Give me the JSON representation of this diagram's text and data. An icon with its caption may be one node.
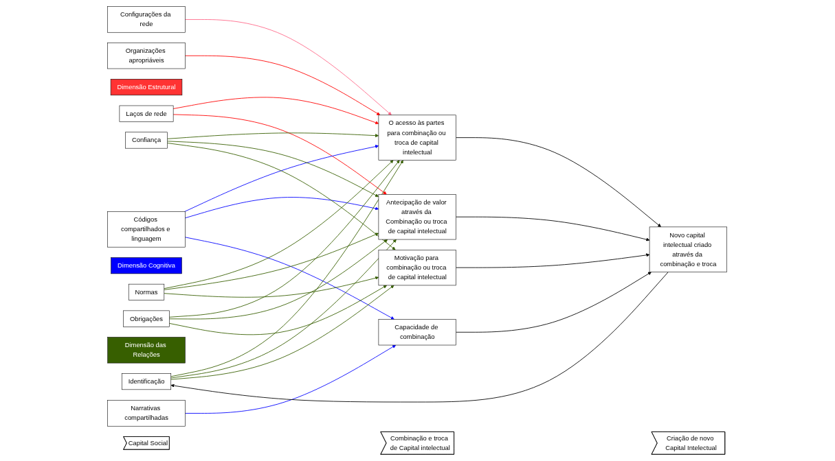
{
  "diagram": {
    "nodes": [
      {
        "text": [
          "Capital Social"
        ]
      },
      {
        "text": [
          "Combinação e troca de Capital intelectual"
        ]
      },
      {
        "text": [
          "Criação de novo Capital Intelectual"
        ]
      },
      {
        "text": [
          "Dimensão Estrutural"
        ]
      },
      {
        "text": [
          "Laços de rede"
        ]
      },
      {
        "text": [
          "Configurações da rede"
        ]
      },
      {
        "text": [
          "Organizações apropriáveis"
        ]
      },
      {
        "text": [
          "Dimensão Cognitiva"
        ]
      },
      {
        "text": [
          "Códigos compartilhados e linguagem"
        ]
      },
      {
        "text": [
          "Narrativas compartilhadas"
        ]
      },
      {
        "text": [
          "Dimensão das Relações"
        ]
      },
      {
        "text": [
          "Confiança"
        ]
      },
      {
        "text": [
          "Normas"
        ]
      },
      {
        "text": [
          "Obrigações"
        ]
      },
      {
        "text": [
          "Identificação"
        ]
      },
      {
        "text": [
          "O acesso às partes para combinação ou troca de capital intelectual"
        ]
      },
      {
        "text": [
          "Antecipação de valor através da Combinação ou troca de capital intelectual"
        ]
      },
      {
        "text": [
          "Motivação para combinação ou troca de capital intelectual"
        ]
      },
      {
        "text": [
          "Capacidade de combinação"
        ]
      },
      {
        "text": [
          "Novo capital intelectual criado através da combinação e troca"
        ]
      }
    ],
    "edges": [
      {
        "from": 4,
        "to": 15,
        "arrow": "to",
        "color": "#ff0000"
      },
      {
        "from": 4,
        "to": 16,
        "arrow": "to",
        "color": "#ff0000"
      },
      {
        "from": 5,
        "to": 15,
        "arrow": "to",
        "color": "#ff6688"
      },
      {
        "from": 6,
        "to": 15,
        "arrow": "to",
        "color": "#ff0000"
      },
      {
        "from": 8,
        "to": 15,
        "arrow": "to",
        "color": "#0000ff"
      },
      {
        "from": 8,
        "to": 16,
        "arrow": "to",
        "color": "#0000ff"
      },
      {
        "from": 8,
        "to": 18,
        "arrow": "to",
        "color": "#0000ff"
      },
      {
        "from": 9,
        "to": 18,
        "arrow": "to",
        "color": "#0000ff"
      },
      {
        "from": 11,
        "to": 15,
        "arrow": "to"
      },
      {
        "from": 11,
        "to": 16,
        "arrow": "to"
      },
      {
        "from": 11,
        "to": 17,
        "arrow": "to"
      },
      {
        "from": 12,
        "to": 15,
        "arrow": "to"
      },
      {
        "from": 12,
        "to": 16,
        "arrow": "to"
      },
      {
        "from": 12,
        "to": 17,
        "arrow": "to"
      },
      {
        "from": 13,
        "to": 15,
        "arrow": "to"
      },
      {
        "from": 13,
        "to": 16,
        "arrow": "to"
      },
      {
        "from": 13,
        "to": 17,
        "arrow": "to"
      },
      {
        "from": 14,
        "to": 15,
        "arrow": "to"
      },
      {
        "from": 14,
        "to": 16,
        "arrow": "to"
      },
      {
        "from": 14,
        "to": 17,
        "arrow": "to"
      },
      {
        "from": 15,
        "to": 19,
        "arrow": "to",
        "color": "#000000"
      },
      {
        "from": 16,
        "to": 19,
        "arrow": "to",
        "color": "#000000"
      },
      {
        "from": 17,
        "to": 19,
        "arrow": "to",
        "color": "#000000"
      },
      {
        "from": 18,
        "to": 19,
        "arrow": "to",
        "color": "#000000"
      },
      {
        "from": 19,
        "to": 14,
        "arrow": "to",
        "color": "#000000"
      }
    ]
  }
}
